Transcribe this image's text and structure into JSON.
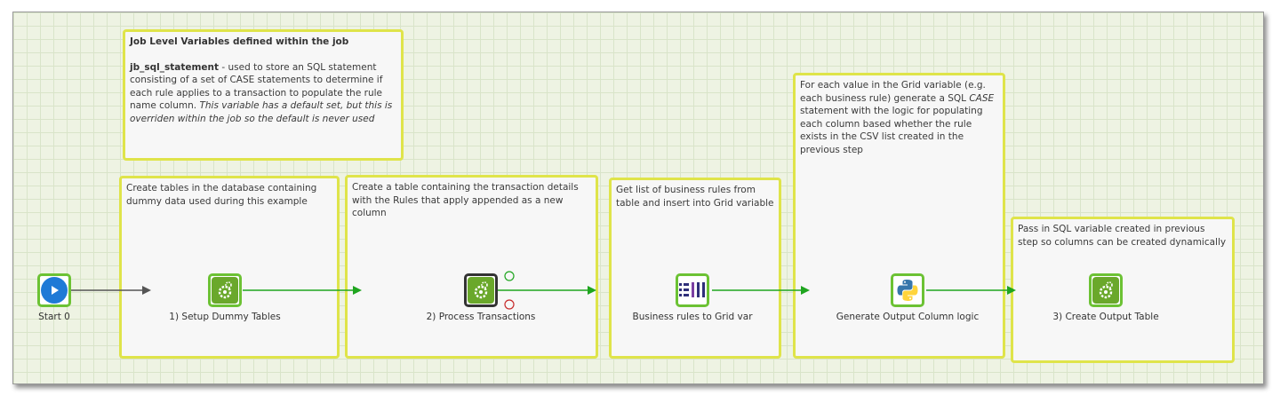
{
  "notes": {
    "job_vars": {
      "title": "Job Level Variables defined within the job",
      "var_name": "jb_sql_statement",
      "desc": "  - used to store an SQL statement consisting of a set of CASE statements to determine if each rule applies to a transaction to populate the rule name column. ",
      "desc_italic": "This variable has a default set, but this is overriden within the job so the default is never used"
    },
    "setup": "Create tables in the database containing dummy data used during this example",
    "process": "Create a table containing the transaction details with the Rules that apply appended as a new column",
    "rules": "Get list of business rules from table and insert into Grid variable",
    "generate_a": "For each value in the Grid variable (e.g. each business rule) generate a SQL ",
    "generate_case": "CASE",
    "generate_b": " statement with the logic for populating each column based whether the rule exists in the CSV list created in the previous step",
    "create": "Pass in SQL variable created in previous step so columns can be created dynamically"
  },
  "components": {
    "start": "Start 0",
    "setup": "1) Setup Dummy Tables",
    "process": "2) Process Transactions",
    "rules": "Business rules to Grid var",
    "generate": "Generate Output Column logic",
    "create": "3) Create Output Table"
  },
  "colors": {
    "success_flow": "#1fa51f",
    "unconditional_flow": "#555555",
    "note_border": "#dfe44a",
    "component_border": "#6cc234",
    "start_icon": "#1f7ad6",
    "gear_icon_bg": "#6aa82b"
  },
  "icons": {
    "start": "play-icon",
    "orchestration": "gear-icon",
    "grid": "grid-variable-icon",
    "python": "python-icon",
    "success_port": "success-port-icon",
    "failure_port": "failure-port-icon"
  }
}
